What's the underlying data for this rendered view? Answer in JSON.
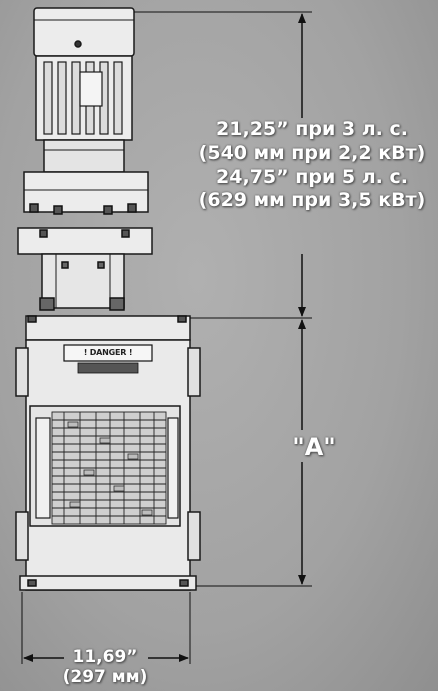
{
  "labels": {
    "height_line_1": "21,25” при 3 л. с.",
    "height_line_2": "(540 мм при 2,2 кВт)",
    "height_line_3": "24,75” при 5 л. с.",
    "height_line_4": "(629 мм при 3,5 кВт)",
    "dimension_a": "\"A\"",
    "width_line_1": "11,69”",
    "width_line_2": "(297 мм)",
    "danger_plate": "! DANGER !"
  },
  "colors": {
    "background": "#a4a4a4",
    "dimension_lines": "#111111",
    "label_text": "#ffffff",
    "machine_body": "#e8e8e8",
    "machine_outline": "#1a1a1a"
  }
}
